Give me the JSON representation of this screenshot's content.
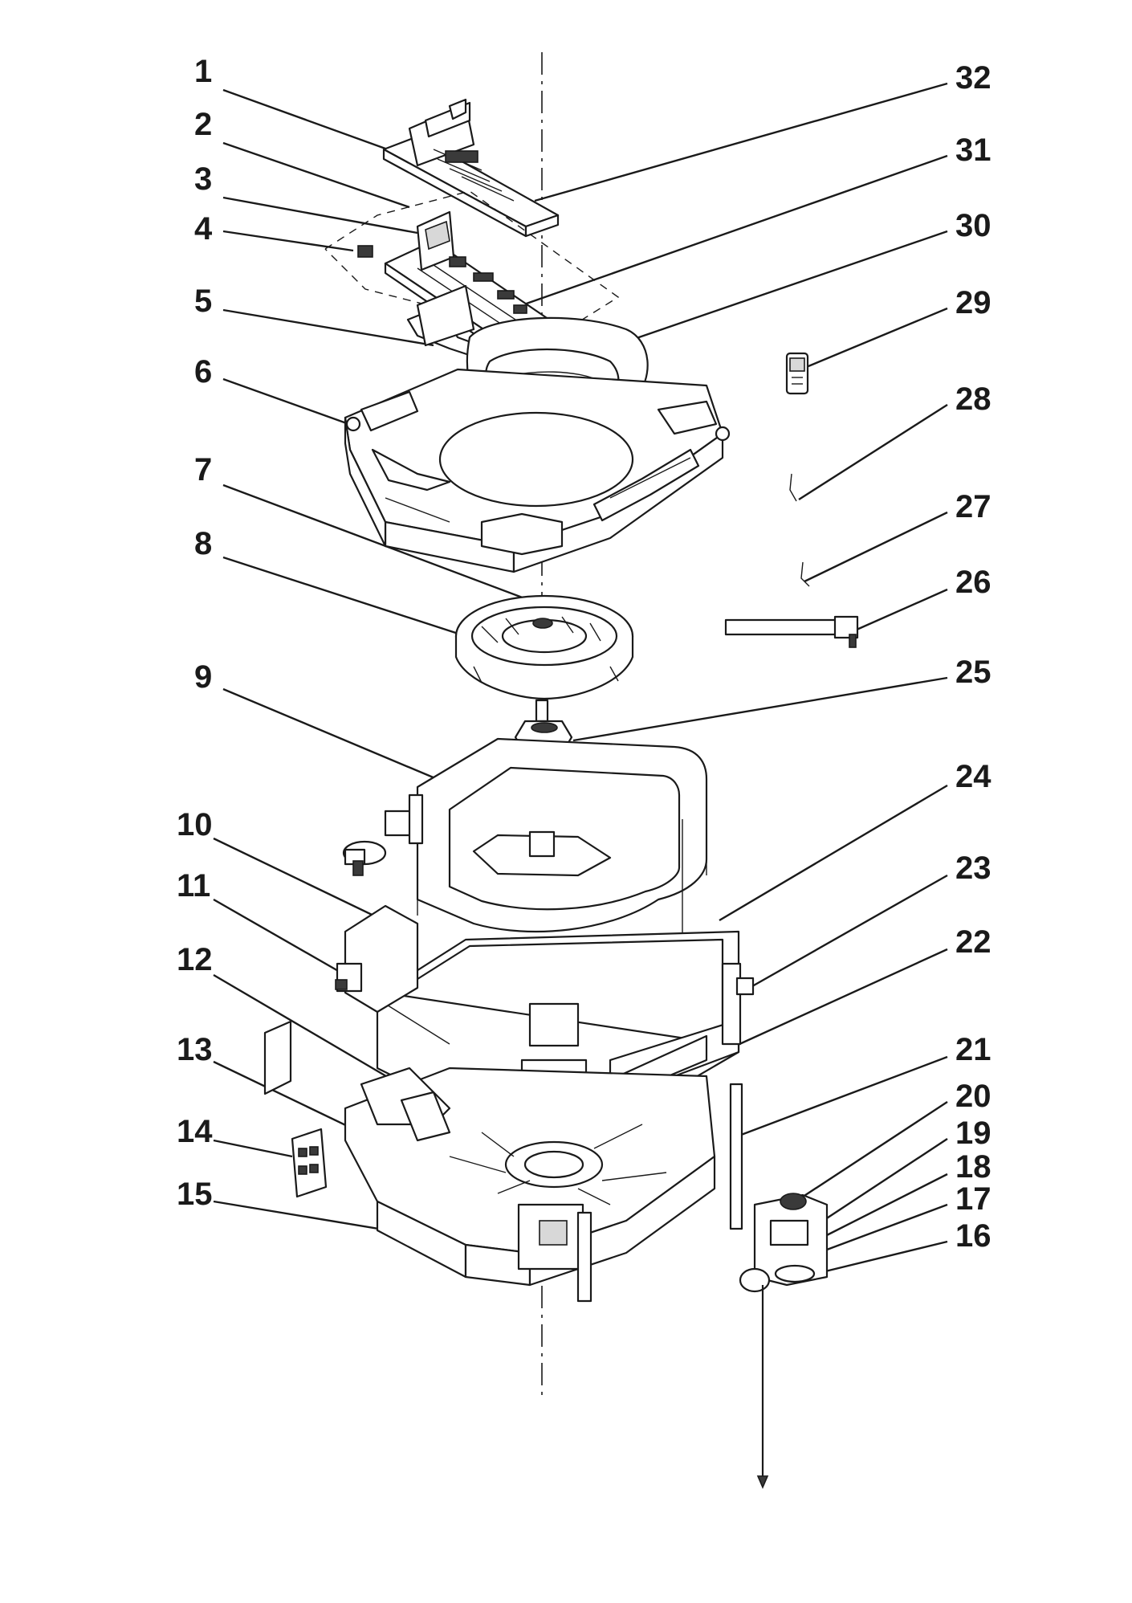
{
  "diagram": {
    "callouts": [
      {
        "number": "1"
      },
      {
        "number": "2"
      },
      {
        "number": "3"
      },
      {
        "number": "4"
      },
      {
        "number": "5"
      },
      {
        "number": "6"
      },
      {
        "number": "7"
      },
      {
        "number": "8"
      },
      {
        "number": "9"
      },
      {
        "number": "10"
      },
      {
        "number": "11"
      },
      {
        "number": "12"
      },
      {
        "number": "13"
      },
      {
        "number": "14"
      },
      {
        "number": "15"
      },
      {
        "number": "16"
      },
      {
        "number": "17"
      },
      {
        "number": "18"
      },
      {
        "number": "19"
      },
      {
        "number": "20"
      },
      {
        "number": "21"
      },
      {
        "number": "22"
      },
      {
        "number": "23"
      },
      {
        "number": "24"
      },
      {
        "number": "25"
      },
      {
        "number": "26"
      },
      {
        "number": "27"
      },
      {
        "number": "28"
      },
      {
        "number": "29"
      },
      {
        "number": "30"
      },
      {
        "number": "31"
      },
      {
        "number": "32"
      }
    ]
  },
  "colors": {
    "line": "#1a1a1a",
    "background": "#ffffff"
  }
}
